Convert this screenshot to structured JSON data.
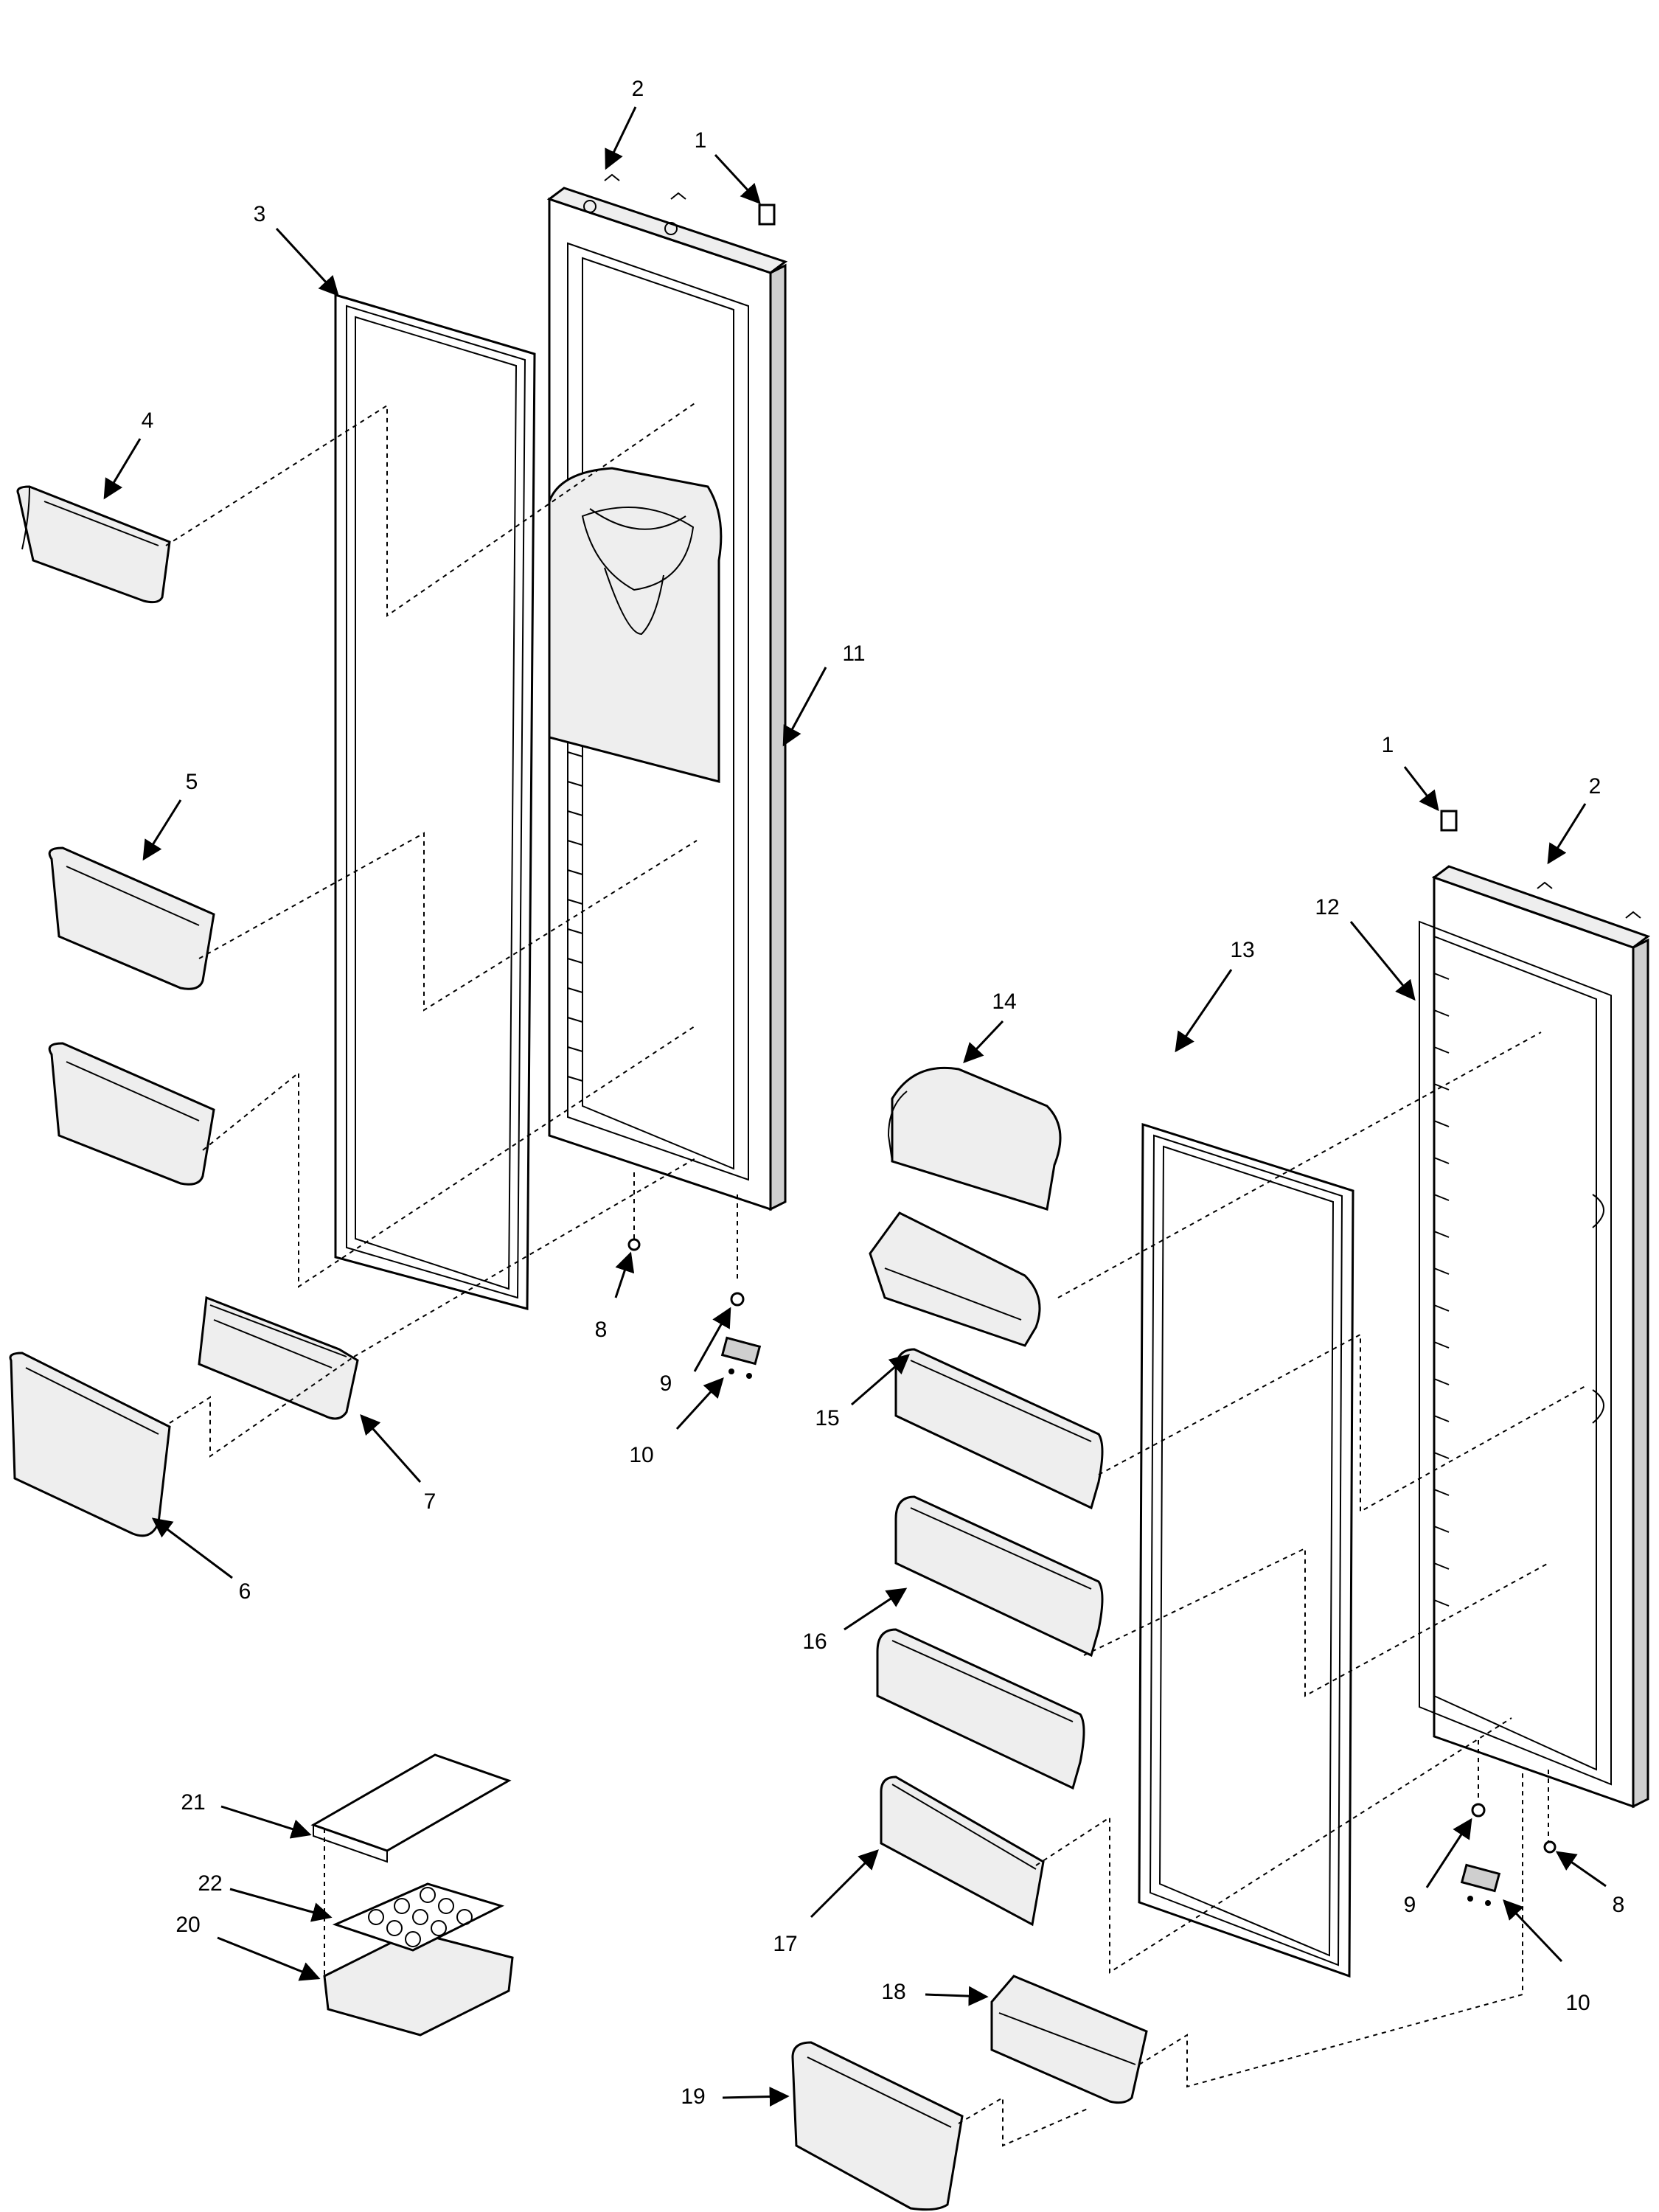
{
  "callouts": [
    {
      "id": "c1a",
      "label": "1"
    },
    {
      "id": "c2a",
      "label": "2"
    },
    {
      "id": "c3",
      "label": "3"
    },
    {
      "id": "c4",
      "label": "4"
    },
    {
      "id": "c5",
      "label": "5"
    },
    {
      "id": "c6",
      "label": "6"
    },
    {
      "id": "c7",
      "label": "7"
    },
    {
      "id": "c8a",
      "label": "8"
    },
    {
      "id": "c9a",
      "label": "9"
    },
    {
      "id": "c10a",
      "label": "10"
    },
    {
      "id": "c11",
      "label": "11"
    },
    {
      "id": "c1b",
      "label": "1"
    },
    {
      "id": "c2b",
      "label": "2"
    },
    {
      "id": "c12",
      "label": "12"
    },
    {
      "id": "c13",
      "label": "13"
    },
    {
      "id": "c14",
      "label": "14"
    },
    {
      "id": "c15",
      "label": "15"
    },
    {
      "id": "c16",
      "label": "16"
    },
    {
      "id": "c17",
      "label": "17"
    },
    {
      "id": "c18",
      "label": "18"
    },
    {
      "id": "c19",
      "label": "19"
    },
    {
      "id": "c20",
      "label": "20"
    },
    {
      "id": "c21",
      "label": "21"
    },
    {
      "id": "c22",
      "label": "22"
    },
    {
      "id": "c9b",
      "label": "9"
    },
    {
      "id": "c8b",
      "label": "8"
    },
    {
      "id": "c10b",
      "label": "10"
    }
  ]
}
